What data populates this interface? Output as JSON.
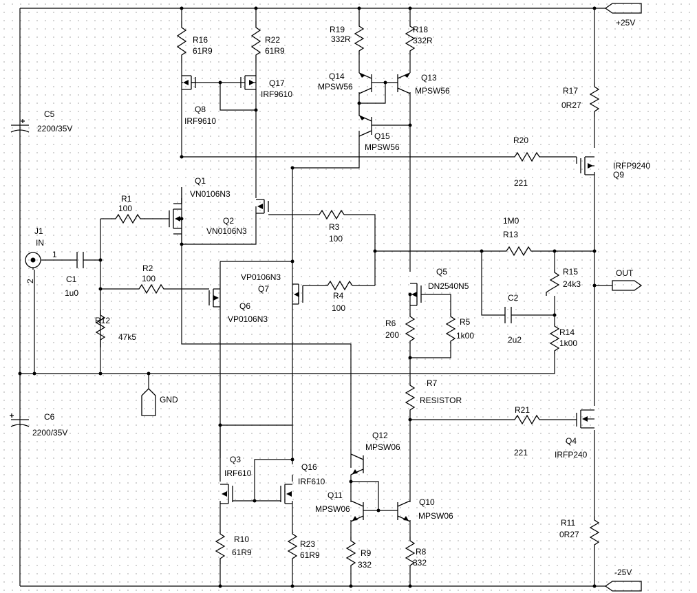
{
  "rails": {
    "positive": "+25V",
    "negative": "-25V",
    "ground": "GND",
    "output": "OUT"
  },
  "input": {
    "ref": "J1",
    "label": "IN",
    "pin1": "1",
    "pin2": "2"
  },
  "components": {
    "R16": {
      "ref": "R16",
      "value": "61R9"
    },
    "R22": {
      "ref": "R22",
      "value": "61R9"
    },
    "R19": {
      "ref": "R19",
      "value": "332R"
    },
    "R18": {
      "ref": "R18",
      "value": "332R"
    },
    "R17": {
      "ref": "R17",
      "value": "0R27"
    },
    "R20": {
      "ref": "R20",
      "value": "221"
    },
    "R1": {
      "ref": "R1",
      "value": "100"
    },
    "R2": {
      "ref": "R2",
      "value": "100"
    },
    "R3": {
      "ref": "R3",
      "value": "100"
    },
    "R4": {
      "ref": "R4",
      "value": "100"
    },
    "R12": {
      "ref": "R12",
      "value": "47k5"
    },
    "R13": {
      "ref": "R13",
      "value": "1M0"
    },
    "R15": {
      "ref": "R15",
      "value": "24k3"
    },
    "R14": {
      "ref": "R14",
      "value": "1k00"
    },
    "R6": {
      "ref": "R6",
      "value": "200"
    },
    "R5": {
      "ref": "R5",
      "value": "1k00"
    },
    "R7": {
      "ref": "R7",
      "value": "RESISTOR"
    },
    "R21": {
      "ref": "R21",
      "value": "221"
    },
    "R11": {
      "ref": "R11",
      "value": "0R27"
    },
    "R10": {
      "ref": "R10",
      "value": "61R9"
    },
    "R23": {
      "ref": "R23",
      "value": "61R9"
    },
    "R9": {
      "ref": "R9",
      "value": "332"
    },
    "R8": {
      "ref": "R8",
      "value": "332"
    },
    "C5": {
      "ref": "C5",
      "value": "2200/35V"
    },
    "C6": {
      "ref": "C6",
      "value": "2200/35V"
    },
    "C1": {
      "ref": "C1",
      "value": "1u0"
    },
    "C2": {
      "ref": "C2",
      "value": "2u2"
    },
    "Q8": {
      "ref": "Q8",
      "value": "IRF9610"
    },
    "Q17": {
      "ref": "Q17",
      "value": "IRF9610"
    },
    "Q14": {
      "ref": "Q14",
      "value": "MPSW56"
    },
    "Q13": {
      "ref": "Q13",
      "value": "MPSW56"
    },
    "Q15": {
      "ref": "Q15",
      "value": "MPSW56"
    },
    "Q9": {
      "ref": "Q9",
      "value": "IRFP9240"
    },
    "Q1": {
      "ref": "Q1",
      "value": "VN0106N3"
    },
    "Q2": {
      "ref": "Q2",
      "value": "VN0106N3"
    },
    "Q6": {
      "ref": "Q6",
      "value": "VP0106N3"
    },
    "Q7": {
      "ref": "Q7",
      "value": "VP0106N3"
    },
    "Q5": {
      "ref": "Q5",
      "value": "DN2540N5"
    },
    "Q12": {
      "ref": "Q12",
      "value": "MPSW06"
    },
    "Q11": {
      "ref": "Q11",
      "value": "MPSW06"
    },
    "Q10": {
      "ref": "Q10",
      "value": "MPSW06"
    },
    "Q4": {
      "ref": "Q4",
      "value": "IRFP240"
    },
    "Q3": {
      "ref": "Q3",
      "value": "IRF610"
    },
    "Q16": {
      "ref": "Q16",
      "value": "IRF610"
    }
  }
}
